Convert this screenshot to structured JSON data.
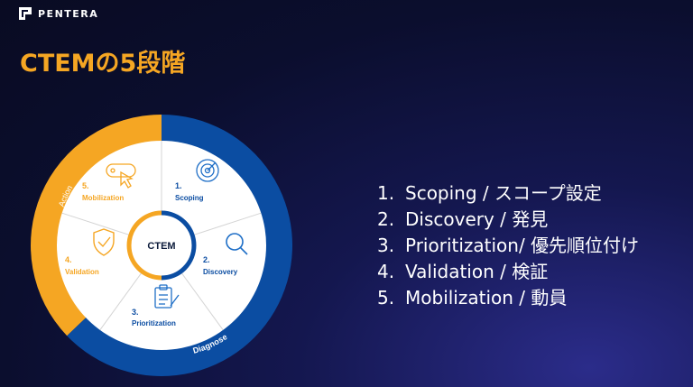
{
  "brand": {
    "name": "PENTERA"
  },
  "slide": {
    "title": "CTEMの5段階"
  },
  "wheel": {
    "center_label": "CTEM",
    "arc_labels": {
      "action": "Action",
      "diagnose": "Diagnose"
    },
    "segments": [
      {
        "num": "1.",
        "name": "Scoping",
        "icon": "radar-icon"
      },
      {
        "num": "2.",
        "name": "Discovery",
        "icon": "magnifier-icon"
      },
      {
        "num": "3.",
        "name": "Prioritization",
        "icon": "clipboard-icon"
      },
      {
        "num": "4.",
        "name": "Validation",
        "icon": "shield-check-icon"
      },
      {
        "num": "5.",
        "name": "Mobilization",
        "icon": "cursor-click-icon"
      }
    ]
  },
  "phases": [
    {
      "num": "1.",
      "text": "Scoping / スコープ設定"
    },
    {
      "num": "2.",
      "text": "Discovery / 発見"
    },
    {
      "num": "3.",
      "text": "Prioritization/ 優先順位付け"
    },
    {
      "num": "4.",
      "text": "Validation / 検証"
    },
    {
      "num": "5.",
      "text": "Mobilization / 動員"
    }
  ],
  "colors": {
    "accent_orange": "#f5a623",
    "accent_blue": "#0b4da2",
    "background": "#0b0e2e",
    "icon_blue": "#1f6fc7"
  }
}
